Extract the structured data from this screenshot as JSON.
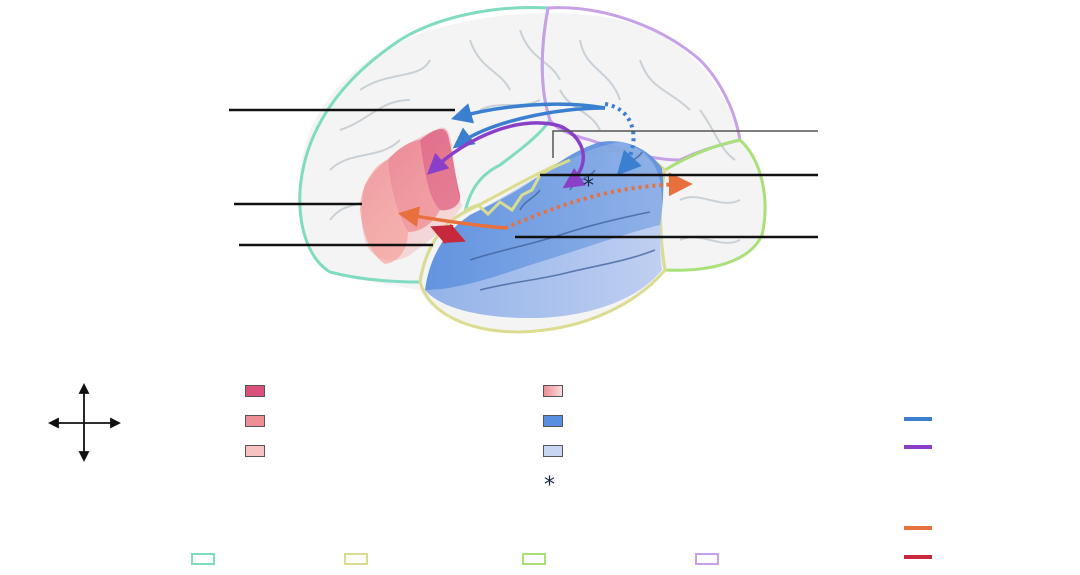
{
  "colors": {
    "frontal_outline": "#7fdcc0",
    "temporal_outline": "#dcdc90",
    "occipital_outline": "#a8e07a",
    "parietal_outline": "#c8a0e8",
    "dorsal_arrow": "#3a7fd0",
    "dorsal_arrow_2": "#8a3fc8",
    "ventral_arrow": "#e8703c",
    "ventral_arrow_2": "#c8283c",
    "ba44": "#d9507a",
    "ba45": "#ee8f96",
    "ba47": "#f7b7ae",
    "fop": "#f2c2c2",
    "stg": "#5a8ede",
    "mtg": "#b3c7ef"
  },
  "legend": {
    "region_swatches": [
      {
        "icon": "ba44-swatch"
      },
      {
        "icon": "ba45-swatch"
      },
      {
        "icon": "ba47-swatch"
      },
      {
        "icon": "fop-swatch"
      },
      {
        "icon": "stg-swatch"
      },
      {
        "icon": "mtg-swatch"
      }
    ],
    "pathway_lines": [
      {
        "icon": "dorsal-pathway-1-line"
      },
      {
        "icon": "dorsal-pathway-2-line"
      },
      {
        "icon": "ventral-pathway-1-line"
      },
      {
        "icon": "ventral-pathway-2-line"
      }
    ],
    "lobe_outlines": [
      {
        "icon": "frontal-lobe-outline"
      },
      {
        "icon": "temporal-lobe-outline"
      },
      {
        "icon": "occipital-lobe-outline"
      },
      {
        "icon": "parietal-lobe-outline"
      }
    ],
    "star_symbol": "*",
    "star_marker": "*"
  }
}
